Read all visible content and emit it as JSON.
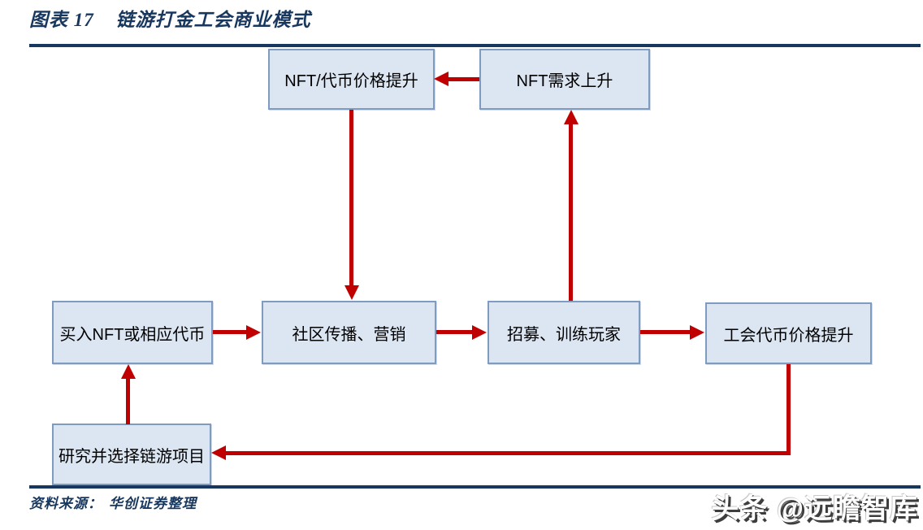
{
  "header": {
    "figure_label": "图表 17",
    "figure_title": "链游打金工会商业模式"
  },
  "diagram": {
    "type": "flowchart",
    "nodes": [
      {
        "id": "nft-price",
        "label": "NFT/代币价格提升"
      },
      {
        "id": "nft-demand",
        "label": "NFT需求上升"
      },
      {
        "id": "buy-nft",
        "label": "买入NFT或相应代币"
      },
      {
        "id": "community",
        "label": "社区传播、营销"
      },
      {
        "id": "recruit",
        "label": "招募、训练玩家"
      },
      {
        "id": "guild-token",
        "label": "工会代币价格提升"
      },
      {
        "id": "research",
        "label": "研究并选择链游项目"
      }
    ],
    "edges": [
      {
        "from": "nft-demand",
        "to": "nft-price"
      },
      {
        "from": "nft-price",
        "to": "community"
      },
      {
        "from": "buy-nft",
        "to": "community"
      },
      {
        "from": "community",
        "to": "recruit"
      },
      {
        "from": "recruit",
        "to": "nft-demand"
      },
      {
        "from": "recruit",
        "to": "guild-token"
      },
      {
        "from": "guild-token",
        "to": "research"
      },
      {
        "from": "research",
        "to": "buy-nft"
      }
    ],
    "colors": {
      "node_fill": "#dce6f2",
      "node_border": "#7f9cc0",
      "arrow": "#c00000",
      "rule": "#17375e",
      "title": "#17375e"
    }
  },
  "footer": {
    "source_label": "资料来源：",
    "source_text": "华创证券整理",
    "watermark_brand": "头条",
    "watermark_handle": "@远瞻智库"
  }
}
